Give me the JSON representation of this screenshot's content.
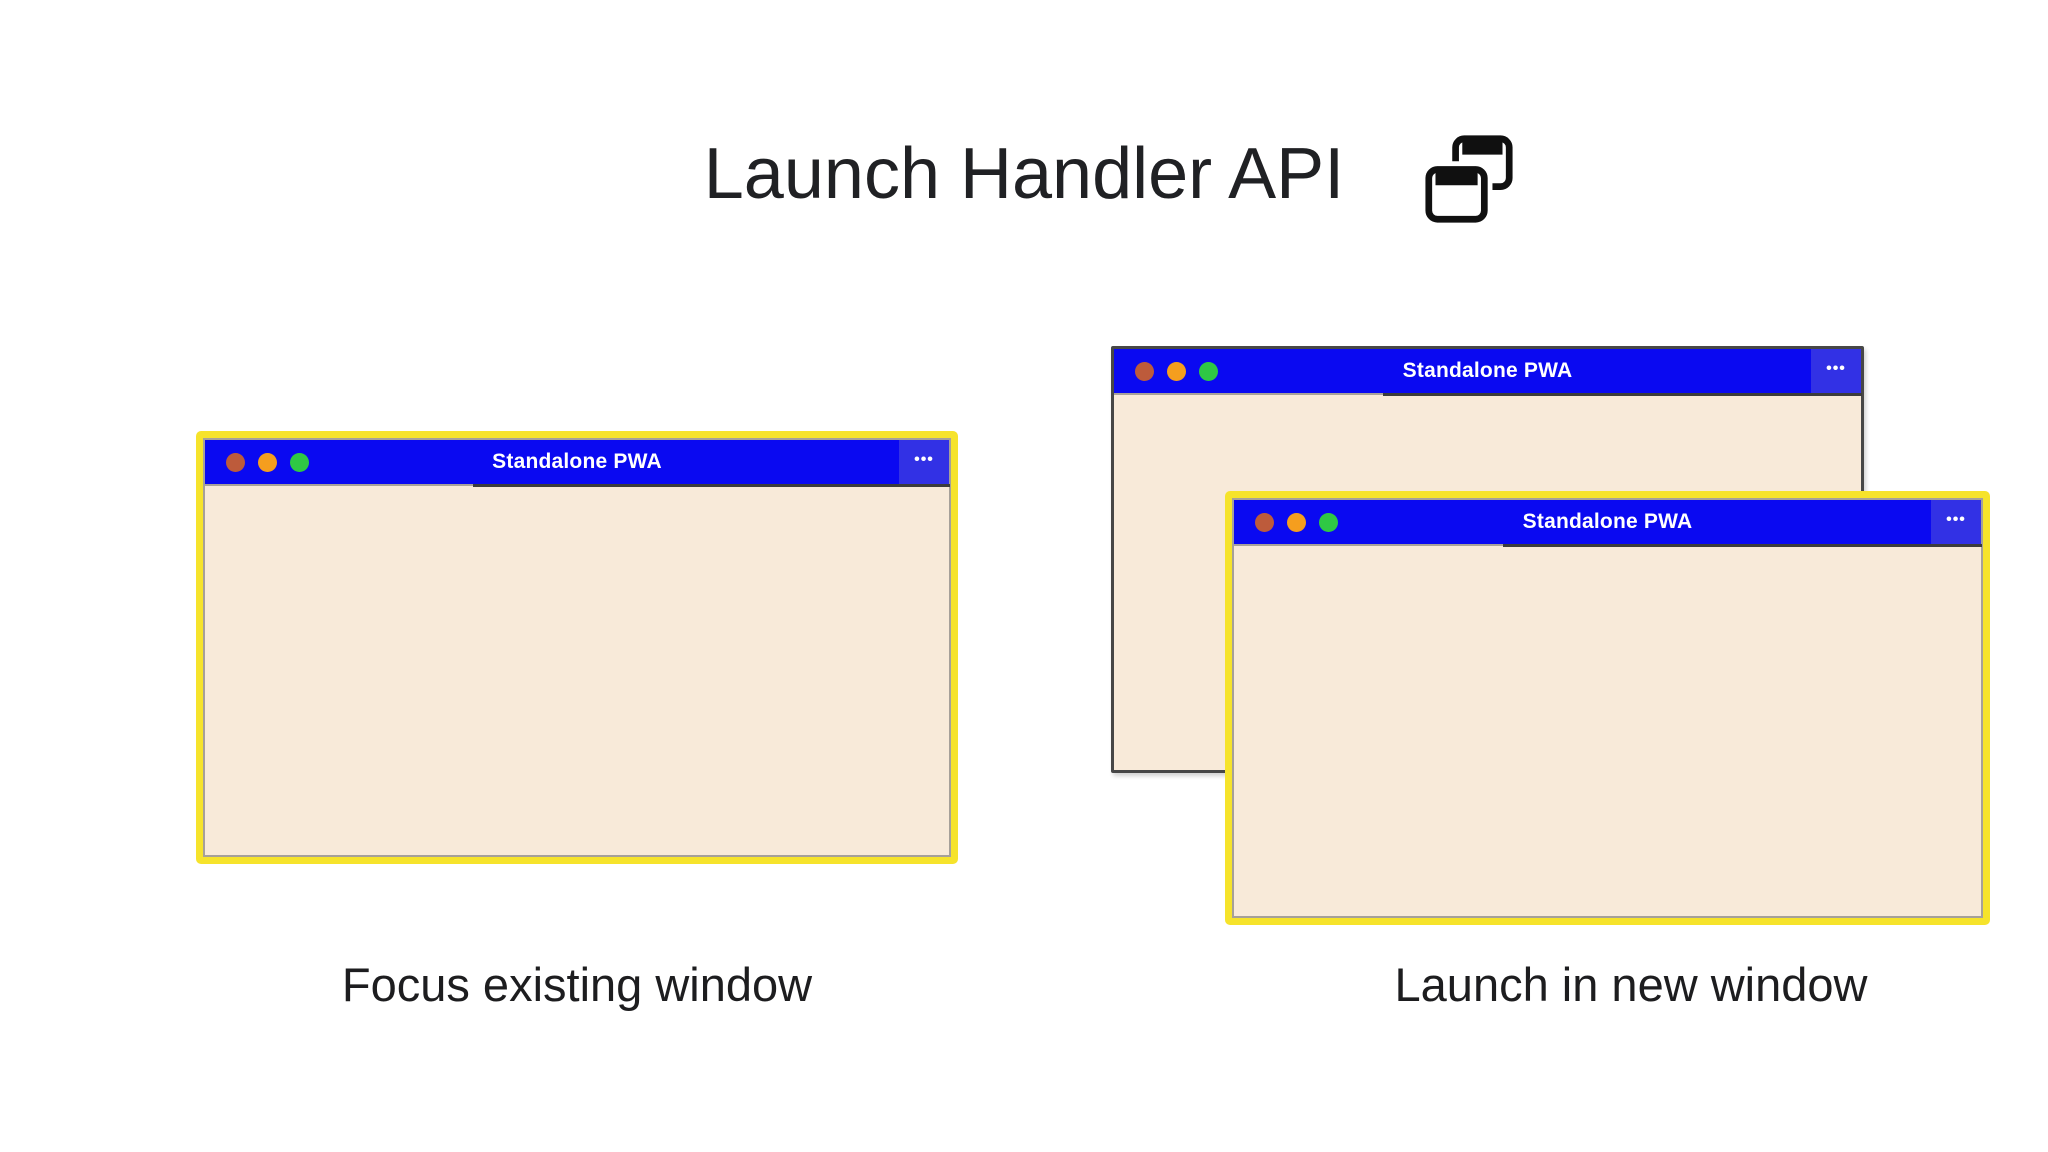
{
  "page": {
    "title": "Launch Handler API"
  },
  "window": {
    "title": "Standalone PWA",
    "menu_icon": "•••"
  },
  "examples": {
    "focus": {
      "caption": "Focus existing window"
    },
    "new_window": {
      "caption": "Launch in new window"
    }
  },
  "colors": {
    "titlebar_blue": "#0A09F1",
    "menu_button_blue": "#3231E5",
    "window_body_beige": "#F8EAD9",
    "highlight_yellow": "#F6E32B",
    "back_window_border": "#474747",
    "traffic_dot_close": "#BD5B3B",
    "traffic_dot_minimize": "#F59E1E",
    "traffic_dot_zoom": "#2FC844",
    "heading_text": "#202124"
  }
}
